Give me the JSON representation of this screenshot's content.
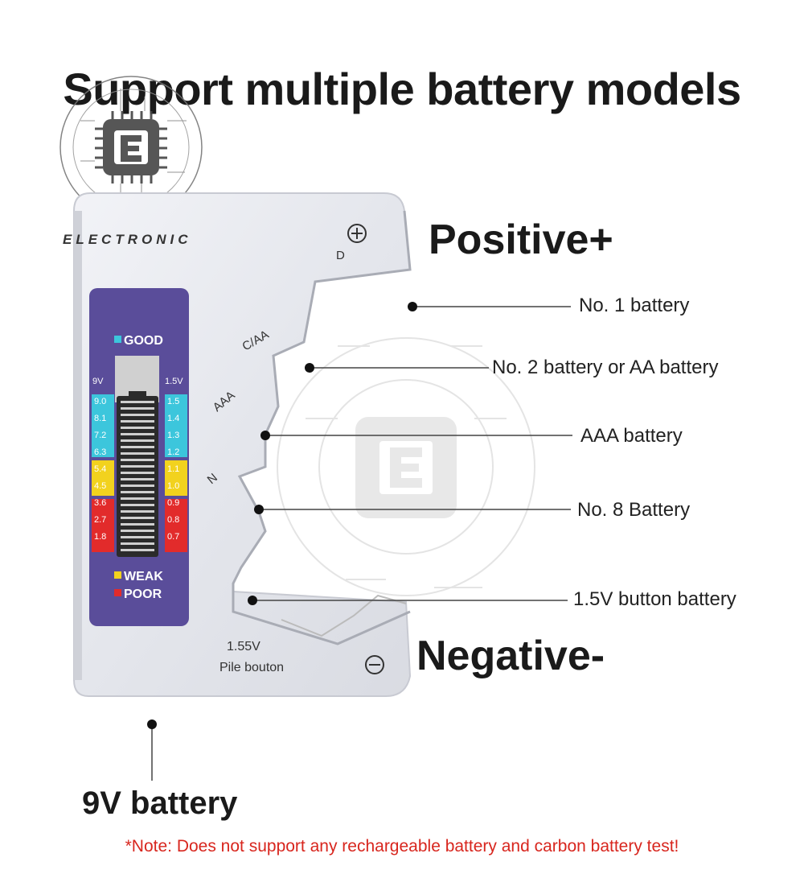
{
  "title": "Support multiple battery models",
  "brand": "ELECTRONIC",
  "positive_label": "Positive+",
  "negative_label": "Negative-",
  "nine_v_label": "9V battery",
  "note": "*Note: Does not support any rechargeable battery and carbon battery test!",
  "callouts": [
    "No. 1 battery",
    "No. 2 battery or AA battery",
    "AAA battery",
    "No. 8 Battery",
    "1.5V button battery"
  ],
  "device": {
    "slot_d": "D",
    "slot_caa": "C/AA",
    "slot_aaa": "AAA",
    "slot_n": "N",
    "button_voltage": "1.55V",
    "button_text": "Pile bouton",
    "good": "GOOD",
    "weak": "WEAK",
    "poor": "POOR",
    "scale_9v_header": "9V",
    "scale_15v_header": "1.5V",
    "scale_9v": [
      "9.0",
      "8.1",
      "7.2",
      "6.3",
      "5.4",
      "4.5",
      "3.6",
      "2.7",
      "1.8"
    ],
    "scale_15v": [
      "1.5",
      "1.4",
      "1.3",
      "1.2",
      "1.1",
      "1.0",
      "0.9",
      "0.8",
      "0.7"
    ]
  },
  "colors": {
    "good": "#3cc6dc",
    "weak": "#f2d21e",
    "poor": "#e22b2b",
    "panel": "#5a4d9a",
    "note": "#d8261e"
  }
}
